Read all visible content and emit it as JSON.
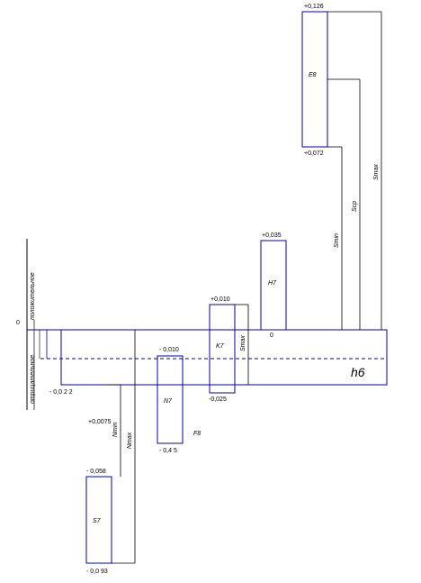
{
  "zero_label": "0",
  "shaft_label": "h6",
  "shaft_lower": "- 0,0 2 2",
  "axis_labels": {
    "plus": "положительное",
    "minus": "отрицательное"
  },
  "zones": {
    "E8": {
      "name": "E8",
      "upper": "+0,126",
      "lower": "+0,072"
    },
    "H7": {
      "name": "H7",
      "upper": "+0,035",
      "lower": "0"
    },
    "K7": {
      "name": "K7",
      "upper": "+0,010",
      "lower": "-0,025"
    },
    "N7": {
      "name": "N7",
      "upper": "- 0,010",
      "lower": "- 0,4 5"
    },
    "S7": {
      "name": "S7",
      "upper": "- 0,058",
      "lower": "- 0,0 93"
    }
  },
  "extra_labels": {
    "f8": "F8",
    "minus_0075": "+0,0075"
  },
  "dim_labels": {
    "smax_e8": "Smax",
    "smin_e8": "Smin",
    "smid_e8": "Sср",
    "smax_k7": "Smax",
    "nmax_s7": "Nmax",
    "nmin_n7": "Nmin"
  },
  "colors": {
    "zone": "#0000aa",
    "line": "#000000"
  }
}
